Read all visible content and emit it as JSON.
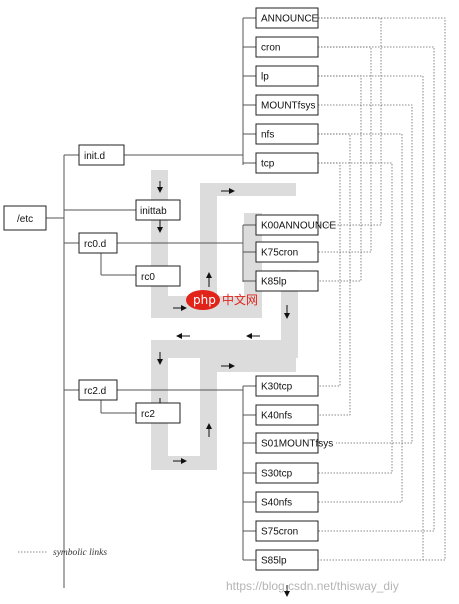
{
  "nodes": {
    "etc": "/etc",
    "initd": "init.d",
    "inittab": "inittab",
    "rc0d": "rc0.d",
    "rc0": "rc0",
    "rc2d": "rc2.d",
    "rc2": "rc2"
  },
  "initd_files": [
    "ANNOUNCE",
    "cron",
    "lp",
    "MOUNTfsys",
    "nfs",
    "tcp"
  ],
  "rc0d_files": [
    "K00ANNOUNCE",
    "K75cron",
    "K85lp"
  ],
  "rc2d_files": [
    "K30tcp",
    "K40nfs",
    "S01MOUNTfsys",
    "S30tcp",
    "S40nfs",
    "S75cron",
    "S85lp"
  ],
  "legend": {
    "symbolic_links": "symbolic links"
  },
  "watermark": {
    "logo_php": "php",
    "logo_site": "中文网",
    "url": "https://blog.csdn.net/thisway_diy"
  },
  "colors": {
    "box_border": "#222222",
    "line": "#555555",
    "flow_band": "#dcdcdc",
    "logo_red": "#e2231a"
  }
}
